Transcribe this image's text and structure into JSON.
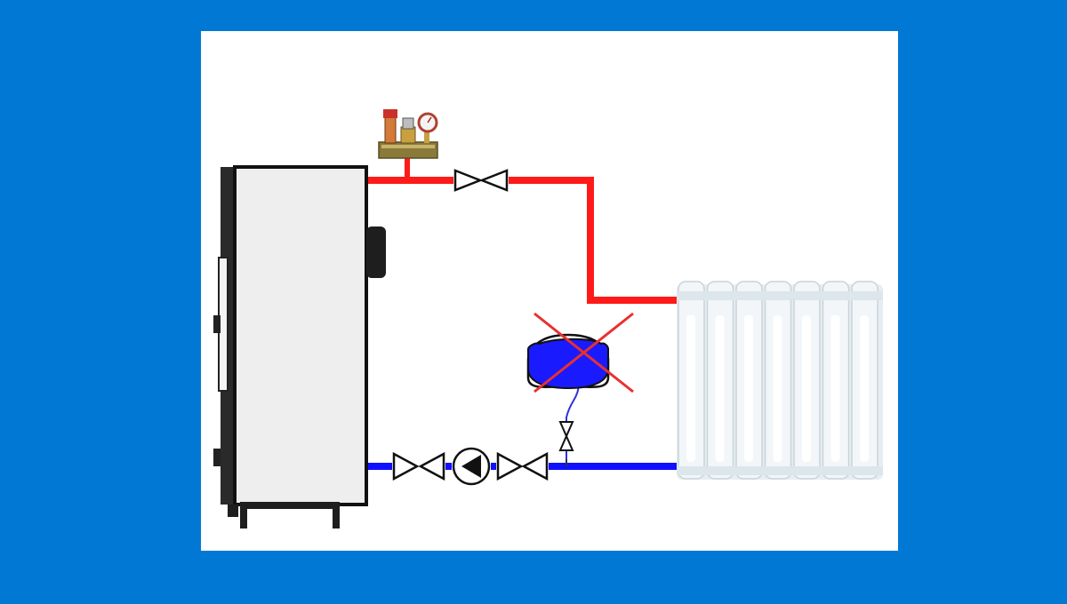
{
  "colors": {
    "frame_background": "#0078d4",
    "panel_background": "#ffffff",
    "supply_pipe": "#ff1a1a",
    "return_pipe": "#1010ff",
    "boiler_body": "#eeeeee",
    "boiler_outline": "#111111",
    "expansion_tank_water": "#1a1aff",
    "cross_out": "#e83030",
    "radiator": "#f2f6f8"
  },
  "components": [
    {
      "id": "boiler",
      "icon": "boiler-icon"
    },
    {
      "id": "safety-group",
      "icon": "safety-group-icon"
    },
    {
      "id": "supply-valve",
      "icon": "valve-icon"
    },
    {
      "id": "radiator",
      "icon": "radiator-icon"
    },
    {
      "id": "expansion-tank",
      "icon": "expansion-tank-icon",
      "crossed_out": true
    },
    {
      "id": "tank-valve",
      "icon": "valve-icon"
    },
    {
      "id": "return-valve-left",
      "icon": "valve-icon"
    },
    {
      "id": "circulation-pump",
      "icon": "pump-icon"
    },
    {
      "id": "return-valve-right",
      "icon": "valve-icon"
    }
  ]
}
